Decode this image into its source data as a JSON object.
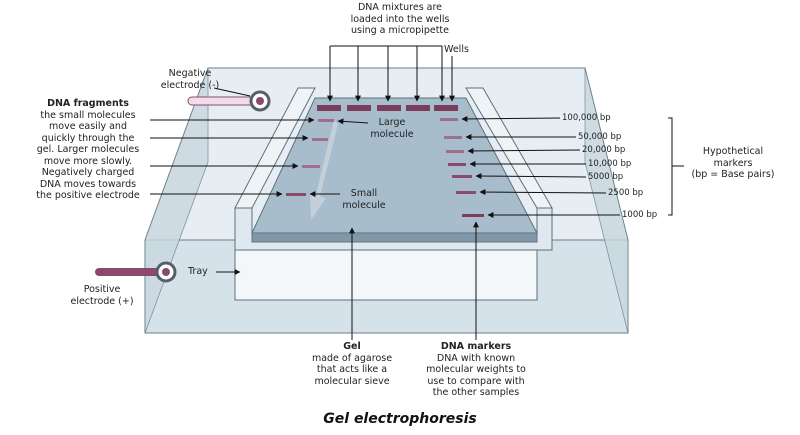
{
  "top_note": {
    "line1": "DNA mixtures are",
    "line2": "loaded into the wells",
    "line3": "using a micropipette"
  },
  "wells_label": "Wells",
  "negative_electrode": {
    "line1": "Negative",
    "line2": "electrode (-)"
  },
  "positive_electrode": {
    "line1": "Positive",
    "line2": "electrode (+)"
  },
  "dna_fragments": {
    "title": "DNA fragments",
    "lines": [
      "the small molecules",
      "move easily and",
      "quickly through the",
      "gel. Larger molecules",
      "move more slowly.",
      "Negatively charged",
      "DNA moves towards",
      "the positive electrode"
    ]
  },
  "large_molecule": {
    "line1": "Large",
    "line2": "molecule"
  },
  "small_molecule": {
    "line1": "Small",
    "line2": "molecule"
  },
  "tray_label": "Tray",
  "markers": [
    "100,000 bp",
    "50,000 bp",
    "20,000 bp",
    "10,000 bp",
    "5000 bp",
    "2500 bp",
    "1000 bp"
  ],
  "hypothetical": {
    "line1": "Hypothetical",
    "line2": "markers",
    "line3": "(bp = Base pairs)"
  },
  "gel_note": {
    "title": "Gel",
    "line1": "made of agarose",
    "line2": "that acts like a",
    "line3": "molecular sieve"
  },
  "dna_markers_note": {
    "title": "DNA markers",
    "line1": "DNA with known",
    "line2": "molecular weights to",
    "line3": "use to compare  with",
    "line4": "the other samples"
  },
  "caption": "Gel electrophoresis",
  "colors": {
    "band": "#7a3d5c",
    "band_light": "#a0708a",
    "gel": "#a9bfce",
    "tank": "#e3ecf2",
    "electrode": "#8a4a6e"
  }
}
